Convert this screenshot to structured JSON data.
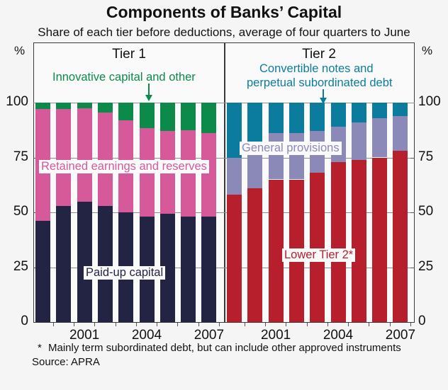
{
  "header": {
    "title": "Components of Banks’ Capital",
    "subtitle": "Share of each tier before deductions, average of four quarters to June"
  },
  "axis": {
    "unit_left": "%",
    "unit_right": "%",
    "y_ticks": [
      "100",
      "75",
      "50",
      "25",
      "0"
    ],
    "y_ticks_right": [
      "100",
      "75",
      "50",
      "25",
      "0"
    ]
  },
  "panels": {
    "left_title": "Tier 1",
    "right_title": "Tier 2"
  },
  "annotations": {
    "innovative": "Innovative capital and other",
    "retained": "Retained earnings and reserves",
    "paidup": "Paid-up capital",
    "convertible_line1": "Convertible notes and",
    "convertible_line2": "perpetual subordinated debt",
    "general_provisions": "General provisions",
    "lower_tier2": "Lower Tier 2*"
  },
  "footnote": {
    "star": "*",
    "text": "Mainly term subordinated debt, but can include other approved instruments",
    "source": "Source: APRA"
  },
  "colors": {
    "green": "#0b8a4a",
    "pink": "#d6599a",
    "navy": "#232444",
    "teal": "#0b7c9e",
    "purple": "#8b89b8",
    "red": "#b81f2d",
    "grid": "#8e8e8e",
    "frame": "#3a3a3a",
    "background": "#f5f5f5",
    "panel": "#fafafa"
  },
  "chart_data": {
    "type": "bar",
    "title": "Components of Banks’ Capital",
    "subtitle": "Share of each tier before deductions, average of four quarters to June",
    "xlabel": "",
    "ylabel": "%",
    "ylim": [
      0,
      100
    ],
    "yticks": [
      0,
      25,
      50,
      75,
      100
    ],
    "grid": true,
    "legend": "inline-annotations",
    "stacked": true,
    "panels": [
      {
        "name": "Tier 1",
        "x": [
          1999,
          2000,
          2001,
          2002,
          2003,
          2004,
          2005,
          2006,
          2007
        ],
        "xtick_labels": [
          "2001",
          "2004",
          "2007"
        ],
        "xtick_positions": [
          2001,
          2004,
          2007
        ],
        "series": [
          {
            "name": "Paid-up capital",
            "color": "#232444",
            "values": [
              46,
              53,
              55,
              53,
              50,
              48,
              49.5,
              48,
              48
            ]
          },
          {
            "name": "Retained earnings and reserves",
            "color": "#d6599a",
            "values": [
              51,
              44,
              42.5,
              42.5,
              42,
              40.5,
              37.5,
              39.5,
              38
            ]
          },
          {
            "name": "Innovative capital and other",
            "color": "#0b8a4a",
            "values": [
              3,
              3,
              2.5,
              4.5,
              8,
              11.5,
              13,
              12.5,
              14
            ]
          }
        ],
        "cumulative_tops": {
          "paid_up": [
            46,
            53,
            55,
            53,
            50,
            48,
            49.5,
            48,
            48
          ],
          "retained": [
            97,
            97,
            97.5,
            95.5,
            92,
            88.5,
            87,
            87.5,
            86
          ],
          "innovative": [
            100,
            100,
            100,
            100,
            100,
            100,
            100,
            100,
            100
          ]
        }
      },
      {
        "name": "Tier 2",
        "x": [
          1999,
          2000,
          2001,
          2002,
          2003,
          2004,
          2005,
          2006,
          2007
        ],
        "xtick_labels": [
          "2001",
          "2004",
          "2007"
        ],
        "xtick_positions": [
          2001,
          2004,
          2007
        ],
        "series": [
          {
            "name": "Lower Tier 2*",
            "color": "#b81f2d",
            "values": [
              58,
              61,
              65,
              65,
              68,
              73,
              74,
              75,
              78
            ]
          },
          {
            "name": "General provisions",
            "color": "#8b89b8",
            "values": [
              17,
              16,
              21,
              21,
              19,
              16,
              17,
              18,
              16
            ]
          },
          {
            "name": "Convertible notes and perpetual subordinated debt",
            "color": "#0b7c9e",
            "values": [
              25,
              23,
              14,
              14,
              13,
              11,
              9,
              7,
              6
            ]
          }
        ],
        "cumulative_tops": {
          "lower_tier2": [
            58,
            61,
            65,
            65,
            68,
            73,
            74,
            75,
            78
          ],
          "general_provisions": [
            75,
            77,
            86,
            86,
            87,
            89,
            91,
            93,
            94
          ],
          "convertible": [
            100,
            100,
            100,
            100,
            100,
            100,
            100,
            100,
            100
          ]
        }
      }
    ],
    "footnote": "*  Mainly term subordinated debt, but can include other approved instruments",
    "source": "Source: APRA"
  }
}
